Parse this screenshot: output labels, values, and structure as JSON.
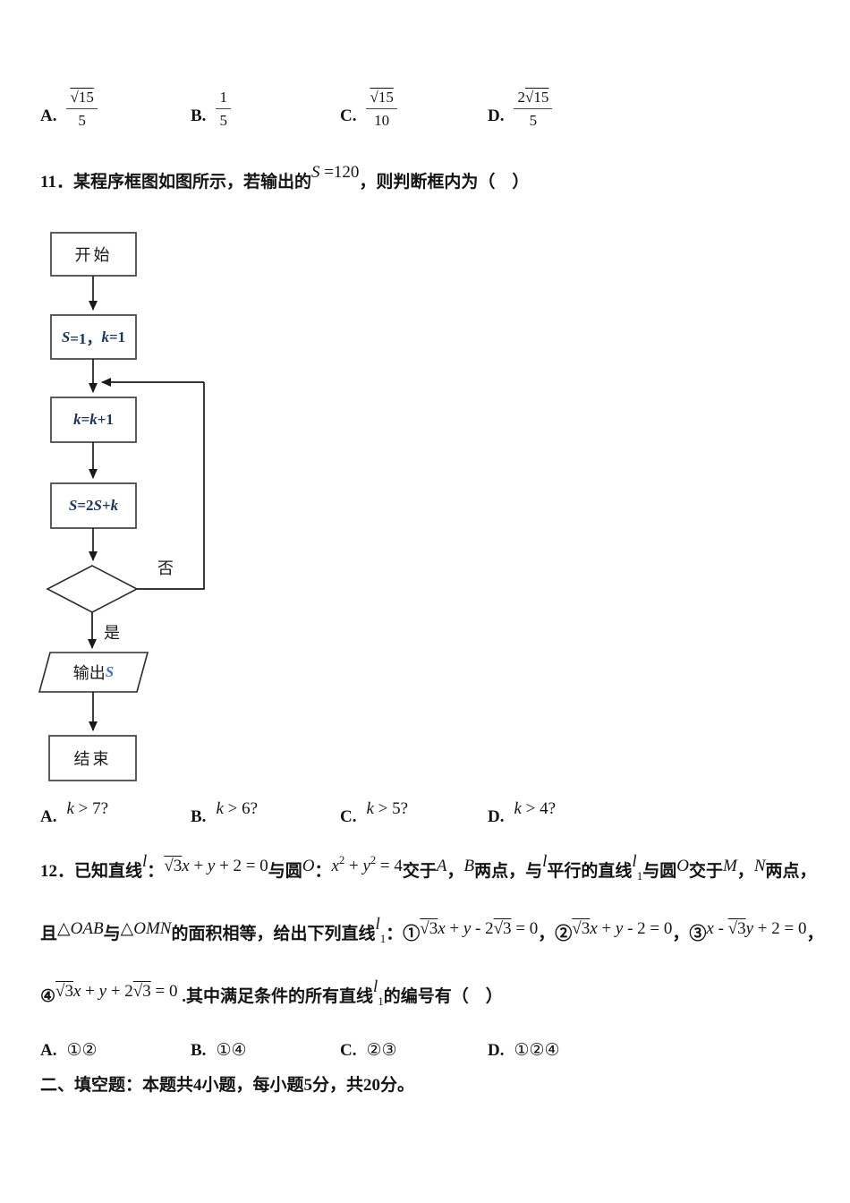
{
  "q10_options": [
    {
      "label": "A.",
      "pre": "",
      "rad": "√15",
      "den": "5"
    },
    {
      "label": "B.",
      "pre": "1",
      "rad": "",
      "den": "5"
    },
    {
      "label": "C.",
      "pre": "",
      "rad": "√15",
      "den": "10"
    },
    {
      "label": "D.",
      "pre": "2",
      "rad": "√15",
      "den": "5"
    }
  ],
  "q11": {
    "stem": [
      {
        "t": "11．某程序框图如图所示，若输出的",
        "c": "cn"
      },
      {
        "t": "S",
        "c": "m r2"
      },
      {
        "t": " =120",
        "c": "mu r2"
      },
      {
        "t": "，则判断框内为（　）",
        "c": "cn"
      }
    ],
    "flowchart": {
      "start": "开始",
      "init": [
        {
          "t": "S",
          "c": "fm"
        },
        {
          "t": "=1，",
          "c": "fu"
        },
        {
          "t": "k",
          "c": "fm"
        },
        {
          "t": "=1",
          "c": "fu"
        }
      ],
      "loop": [
        {
          "t": "k",
          "c": "fm"
        },
        {
          "t": "=",
          "c": "fu"
        },
        {
          "t": "k",
          "c": "fm"
        },
        {
          "t": "+1",
          "c": "fu"
        }
      ],
      "acc": [
        {
          "t": "S",
          "c": "fm"
        },
        {
          "t": "=2",
          "c": "fu"
        },
        {
          "t": "S",
          "c": "fm"
        },
        {
          "t": "+",
          "c": "fu"
        },
        {
          "t": "k",
          "c": "fm"
        }
      ],
      "no": "否",
      "yes": "是",
      "out": [
        {
          "t": "输出",
          "c": "cnf"
        },
        {
          "t": "S",
          "c": "fs"
        }
      ],
      "end": "结束"
    },
    "options": [
      {
        "label": "A.",
        "segs": [
          {
            "t": "k",
            "c": "m"
          },
          {
            "t": " > 7?",
            "c": "mu"
          }
        ]
      },
      {
        "label": "B.",
        "segs": [
          {
            "t": "k",
            "c": "m"
          },
          {
            "t": " > 6?",
            "c": "mu"
          }
        ]
      },
      {
        "label": "C.",
        "segs": [
          {
            "t": "k",
            "c": "m"
          },
          {
            "t": " > 5?",
            "c": "mu"
          }
        ]
      },
      {
        "label": "D.",
        "segs": [
          {
            "t": "k",
            "c": "m"
          },
          {
            "t": " > 4?",
            "c": "mu"
          }
        ]
      }
    ]
  },
  "q12": {
    "line1": [
      {
        "t": "12．已知直线",
        "c": "cn"
      },
      {
        "t": "l",
        "c": "m r2"
      },
      {
        "t": "：",
        "c": "cn"
      },
      {
        "t": "√3",
        "c": "mu ol r1"
      },
      {
        "t": "x",
        "c": "m r1"
      },
      {
        "t": " + ",
        "c": "mu r1"
      },
      {
        "t": "y",
        "c": "m r1"
      },
      {
        "t": " + 2 = 0",
        "c": "mu r1"
      },
      {
        "t": "与圆",
        "c": "cn"
      },
      {
        "t": "O",
        "c": "m r1"
      },
      {
        "t": "：",
        "c": "cn"
      },
      {
        "t": "x",
        "c": "m r1"
      },
      {
        "t": "2",
        "c": "mu sp"
      },
      {
        "t": " + ",
        "c": "mu r1"
      },
      {
        "t": "y",
        "c": "m r1"
      },
      {
        "t": "2",
        "c": "mu sp"
      },
      {
        "t": " = 4",
        "c": "mu r1"
      },
      {
        "t": "交于",
        "c": "cn"
      },
      {
        "t": "A",
        "c": "m r1"
      },
      {
        "t": "，",
        "c": "cn"
      },
      {
        "t": "B",
        "c": "m r1"
      },
      {
        "t": "两点，与",
        "c": "cn"
      },
      {
        "t": "l",
        "c": "m r2"
      },
      {
        "t": "平行的直线",
        "c": "cn"
      },
      {
        "t": "l",
        "c": "m r2"
      },
      {
        "t": "1",
        "c": "mu sub"
      },
      {
        "t": "与圆",
        "c": "cn"
      },
      {
        "t": "O",
        "c": "m r1"
      },
      {
        "t": "交于",
        "c": "cn"
      },
      {
        "t": "M",
        "c": "m r1"
      },
      {
        "t": "，",
        "c": "cn"
      },
      {
        "t": "N",
        "c": "m r1"
      },
      {
        "t": "两点，",
        "c": "cn"
      }
    ],
    "line2": [
      {
        "t": "且",
        "c": "cn"
      },
      {
        "t": "△",
        "c": "mu r1"
      },
      {
        "t": "OAB",
        "c": "m r1"
      },
      {
        "t": "与",
        "c": "cn"
      },
      {
        "t": "△",
        "c": "mu r1"
      },
      {
        "t": "OMN",
        "c": "m r1"
      },
      {
        "t": "的面积相等，给出下列直线",
        "c": "cn"
      },
      {
        "t": "l",
        "c": "m r2"
      },
      {
        "t": "1",
        "c": "mu sub"
      },
      {
        "t": "：①",
        "c": "cn"
      },
      {
        "t": "√3",
        "c": "mu ol r1"
      },
      {
        "t": "x",
        "c": "m r1"
      },
      {
        "t": " + ",
        "c": "mu r1"
      },
      {
        "t": "y",
        "c": "m r1"
      },
      {
        "t": " - 2",
        "c": "mu r1"
      },
      {
        "t": "√3",
        "c": "mu ol r1"
      },
      {
        "t": " = 0",
        "c": "mu r1"
      },
      {
        "t": "，②",
        "c": "cn"
      },
      {
        "t": "√3",
        "c": "mu ol r1"
      },
      {
        "t": "x",
        "c": "m r1"
      },
      {
        "t": " + ",
        "c": "mu r1"
      },
      {
        "t": "y",
        "c": "m r1"
      },
      {
        "t": " - 2 = 0",
        "c": "mu r1"
      },
      {
        "t": "，③",
        "c": "cn"
      },
      {
        "t": "x",
        "c": "m r1"
      },
      {
        "t": " - ",
        "c": "mu r1"
      },
      {
        "t": "√3",
        "c": "mu ol r1"
      },
      {
        "t": "y",
        "c": "m r1"
      },
      {
        "t": " + 2 = 0",
        "c": "mu r1"
      },
      {
        "t": "，",
        "c": "cn"
      }
    ],
    "line3": [
      {
        "t": "④",
        "c": "cn"
      },
      {
        "t": "√3",
        "c": "mu ol r1"
      },
      {
        "t": "x",
        "c": "m r1"
      },
      {
        "t": " + ",
        "c": "mu r1"
      },
      {
        "t": "y",
        "c": "m r1"
      },
      {
        "t": " + 2",
        "c": "mu r1"
      },
      {
        "t": "√3",
        "c": "mu ol r1"
      },
      {
        "t": " = 0",
        "c": "mu r1"
      },
      {
        "t": " .其中满足条件的所有直线",
        "c": "cn"
      },
      {
        "t": "l",
        "c": "m r2"
      },
      {
        "t": "1",
        "c": "mu sub"
      },
      {
        "t": "的编号有（　）",
        "c": "cn"
      }
    ],
    "options": [
      {
        "label": "A.",
        "value": "①②"
      },
      {
        "label": "B.",
        "value": "①④"
      },
      {
        "label": "C.",
        "value": "②③"
      },
      {
        "label": "D.",
        "value": "①②④"
      }
    ]
  },
  "section2": "二、填空题：本题共4小题，每小题5分，共20分。",
  "colors": {
    "flow_text": "#17365d",
    "output_s": "#4472c4",
    "box_border": "#4a4a4a",
    "arrow": "#1a1a1a"
  }
}
